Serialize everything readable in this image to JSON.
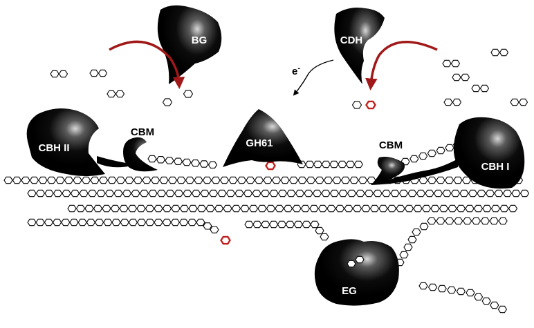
{
  "labels": {
    "bg": "BG",
    "cdh": "CDH",
    "electron": "e",
    "electron_sup": "-",
    "gh61": "GH61",
    "cbh2": "CBH II",
    "cbh1": "CBH I",
    "cbm_left": "CBM",
    "cbm_right": "CBM",
    "eg": "EG"
  },
  "colors": {
    "enzyme": "#000000",
    "arrow_red": "#a01818",
    "oxidized_ring": "#c0201e",
    "ring_stroke": "#000000",
    "ring_fill": "#ffffff"
  },
  "icons": [
    "glucose-ring",
    "oxidized-ring",
    "reaction-arrow",
    "electron-arrow"
  ]
}
